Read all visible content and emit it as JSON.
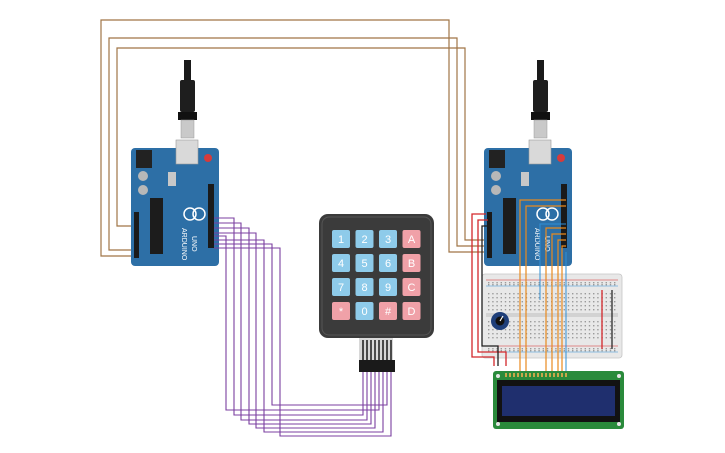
{
  "arduino_left": {
    "brand": "ARDUINO",
    "model": "UNO"
  },
  "arduino_right": {
    "brand": "ARDUINO",
    "model": "UNO"
  },
  "keypad": {
    "keys": [
      [
        "1",
        "2",
        "3",
        "A"
      ],
      [
        "4",
        "5",
        "6",
        "B"
      ],
      [
        "7",
        "8",
        "9",
        "C"
      ],
      [
        "*",
        "0",
        "#",
        "D"
      ]
    ],
    "colors": {
      "digit": "#8ecbea",
      "letter": "#f0a1a8",
      "symbol": "#f0a1a8"
    }
  },
  "colors": {
    "board": "#2d6fa6",
    "wire_brown": "#a07546",
    "wire_purple": "#7b3fa0",
    "wire_orange": "#e98a1f",
    "wire_red": "#d3272b",
    "wire_blue": "#2f8fd6",
    "lcd_screen": "#1f2f6e",
    "lcd_pcb": "#2a8a3b"
  },
  "icons": [
    "usb-cable-icon",
    "potentiometer-icon",
    "lcd-display-icon",
    "breadboard-icon"
  ]
}
